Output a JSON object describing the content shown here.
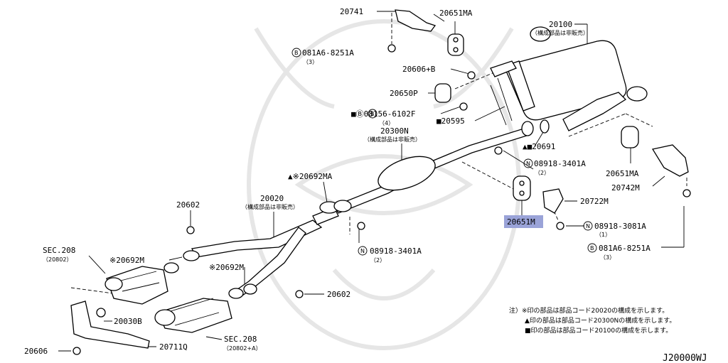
{
  "labels": {
    "p20741": "20741",
    "p20651MA_top": "20651MA",
    "p20100": "20100",
    "p20100_note": "（構成部品は非販売）",
    "b081A6_top": "081A6-8251A",
    "b081A6_top_qty": "（3）",
    "p20606B": "20606+B",
    "p20650P": "20650P",
    "b08156": "■Ⓑ08156-6102F",
    "b08156_qty": "（4）",
    "p20595": "■20595",
    "p20300N": "20300N",
    "p20300N_note": "（構成部品は非販売）",
    "p20691": "▲■20691",
    "n08918_upper": "08918-3401A",
    "n08918_upper_qty": "（2）",
    "p20651MA_right": "20651MA",
    "p20742M": "20742M",
    "p20692MA": "▲※20692MA",
    "p20722M": "20722M",
    "p20651M": "20651M",
    "n08918_3081": "08918-3081A",
    "n08918_3081_qty": "（1）",
    "b081A6_bottom": "081A6-8251A",
    "b081A6_bottom_qty": "（3）",
    "p20602_top": "20602",
    "p20020": "20020",
    "p20020_note": "（構成部品は非販売）",
    "n08918_lower": "08918-3401A",
    "n08918_lower_qty": "（2）",
    "sec208_left": "SEC.208",
    "sec208_left_sub": "（20802）",
    "p20692M_left": "※20692M",
    "p20692M_mid": "※20692M",
    "p20602_bottom": "20602",
    "p20030B": "20030B",
    "sec208_bottom": "SEC.208",
    "sec208_bottom_sub": "（20802+A）",
    "p20606": "20606",
    "p20711Q": "20711Q"
  },
  "notes": {
    "line1": "注）※印の部品は部品コード20020の構成を示します。",
    "line2": "▲印の部品は部品コード20300Nの構成を示します。",
    "line3": "■印の部品は部品コード20100の構成を示します。"
  },
  "diagram_code": "J20000WJ",
  "symbols": {
    "bolt_marker": "B",
    "nut_marker": "N"
  },
  "highlight": {
    "part": "20651M",
    "color": "#9aa3d8"
  }
}
